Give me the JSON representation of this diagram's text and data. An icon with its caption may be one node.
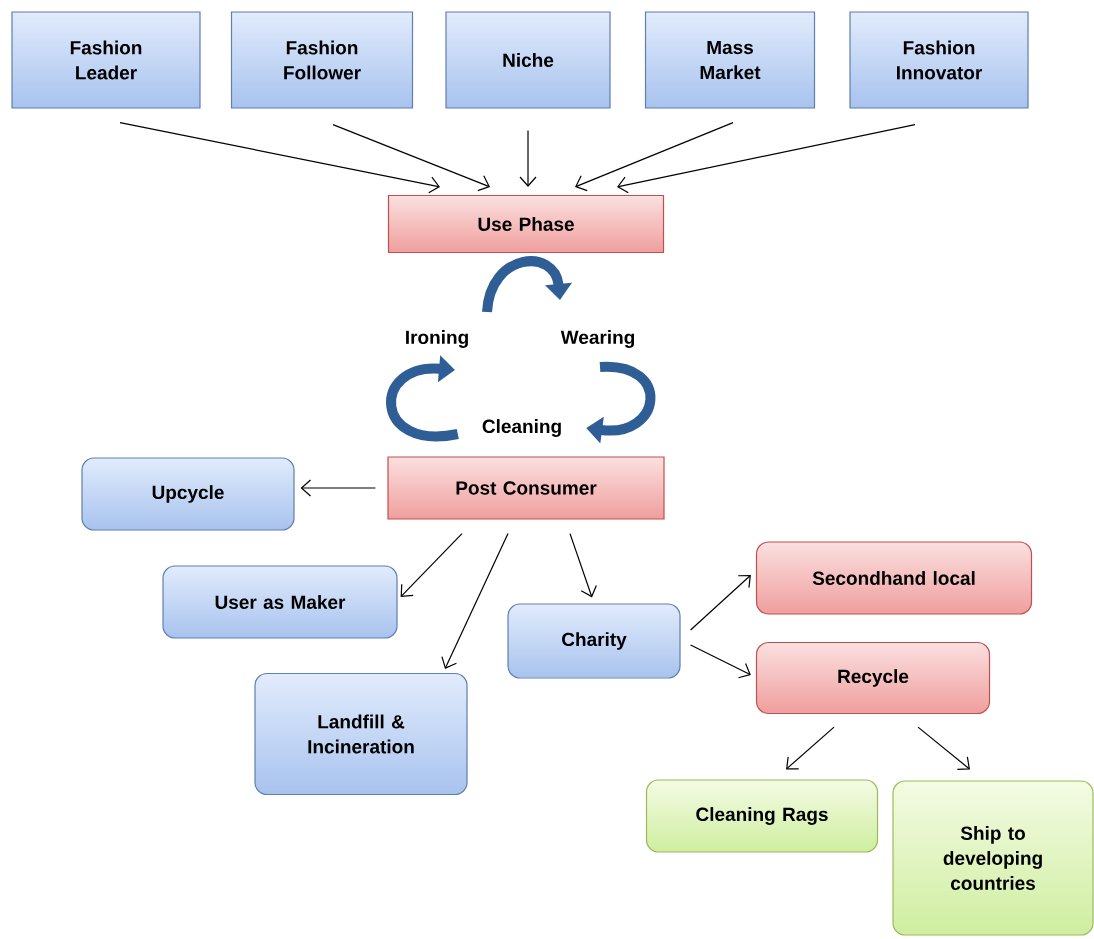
{
  "diagram": {
    "nodes": [
      {
        "text": [
          "Fashion Leader"
        ]
      },
      {
        "text": [
          "Fashion Follower"
        ]
      },
      {
        "text": [
          "Niche"
        ]
      },
      {
        "text": [
          "Mass Market"
        ]
      },
      {
        "text": [
          "Fashion Innovator"
        ]
      },
      {
        "text": [
          "Use Phase"
        ]
      },
      {
        "text": [
          "Ironing"
        ]
      },
      {
        "text": [
          "Wearing"
        ]
      },
      {
        "text": [
          "Cleaning"
        ]
      },
      {
        "text": [
          "Post Consumer"
        ]
      },
      {
        "text": [
          "Upcycle"
        ]
      },
      {
        "text": [
          "User as Maker"
        ]
      },
      {
        "text": [
          "Charity"
        ]
      },
      {
        "text": [
          "Secondhand local"
        ]
      },
      {
        "text": [
          "Landfill & Incineration"
        ]
      },
      {
        "text": [
          "Recycle"
        ]
      },
      {
        "text": [
          "Cleaning Rags"
        ]
      },
      {
        "text": [
          "Ship to developing countries"
        ]
      }
    ],
    "edges": [
      {
        "from": 0,
        "to": 5,
        "arrow": "to"
      },
      {
        "from": 1,
        "to": 5,
        "arrow": "to"
      },
      {
        "from": 2,
        "to": 5,
        "arrow": "to"
      },
      {
        "from": 3,
        "to": 5,
        "arrow": "to"
      },
      {
        "from": 4,
        "to": 5,
        "arrow": "to"
      },
      {
        "from": 6,
        "to": 7,
        "arrow": "to",
        "style": "thick",
        "color": "#2e5e95"
      },
      {
        "from": 7,
        "to": 8,
        "arrow": "to",
        "style": "thick",
        "color": "#2e5e95"
      },
      {
        "from": 8,
        "to": 6,
        "arrow": "to",
        "style": "thick",
        "color": "#2e5e95"
      },
      {
        "from": 9,
        "to": 10,
        "arrow": "to"
      },
      {
        "from": 9,
        "to": 11,
        "arrow": "to"
      },
      {
        "from": 9,
        "to": 14,
        "arrow": "to"
      },
      {
        "from": 9,
        "to": 12,
        "arrow": "to"
      },
      {
        "from": 12,
        "to": 13,
        "arrow": "to"
      },
      {
        "from": 12,
        "to": 15,
        "arrow": "to"
      },
      {
        "from": 15,
        "to": 16,
        "arrow": "to"
      },
      {
        "from": 15,
        "to": 17,
        "arrow": "to"
      }
    ]
  }
}
